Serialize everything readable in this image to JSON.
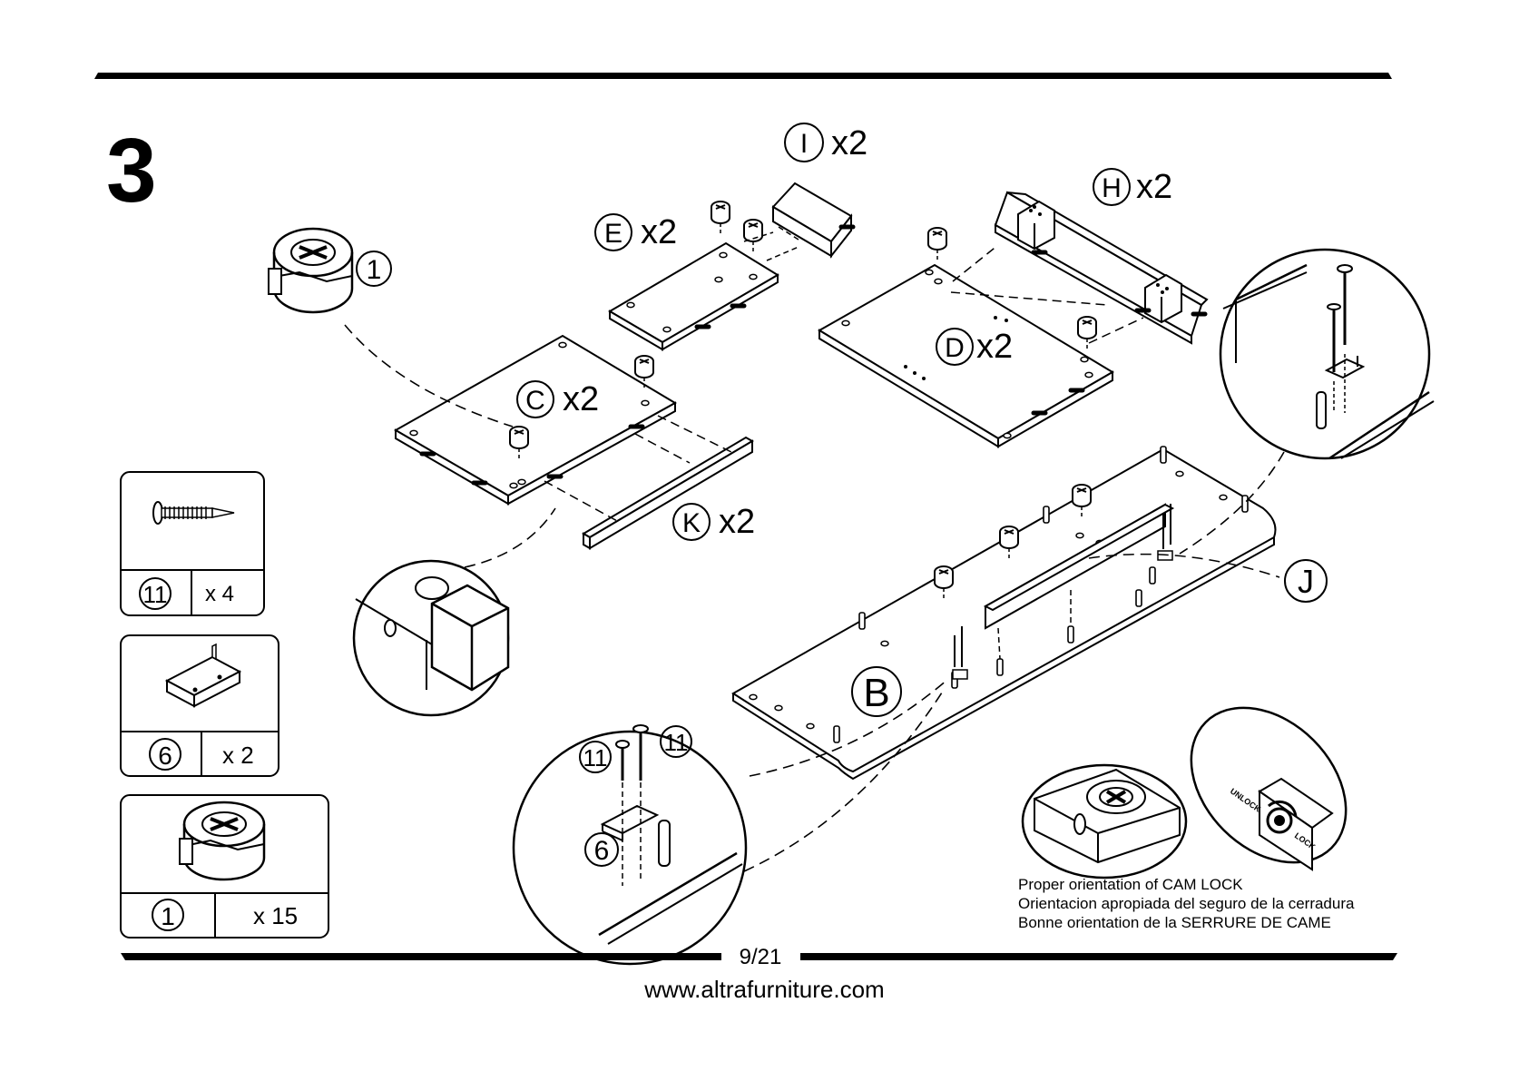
{
  "step": {
    "number": "3"
  },
  "parts": {
    "I": {
      "letter": "I",
      "qty": "x2"
    },
    "E": {
      "letter": "E",
      "qty": "x2"
    },
    "H": {
      "letter": "H",
      "qty": "x2"
    },
    "C": {
      "letter": "C",
      "qty": "x2"
    },
    "D": {
      "letter": "D",
      "qty": "x2"
    },
    "K": {
      "letter": "K",
      "qty": "x2"
    },
    "J": {
      "letter": "J"
    },
    "B": {
      "letter": "B"
    }
  },
  "hardware": [
    {
      "id": "11",
      "qty": "x 4",
      "icon": "screw-icon"
    },
    {
      "id": "6",
      "qty": "x 2",
      "icon": "l-bracket-icon"
    },
    {
      "id": "1",
      "qty": "x 15",
      "icon": "cam-lock-icon"
    }
  ],
  "callouts": {
    "cam_lock_ref": "1",
    "screw_ref_a": "11",
    "screw_ref_b": "11",
    "bracket_ref": "6",
    "unlock_label": "UNLOCK",
    "lock_label": "LOCK"
  },
  "note": {
    "line1": "Proper  orientation  of  CAM  LOCK",
    "line2": "Orientacion apropiada del seguro de la cerradura",
    "line3": "Bonne orientation de la SERRURE DE CAME"
  },
  "footer": {
    "page": "9/21",
    "url": "www.altrafurniture.com"
  }
}
